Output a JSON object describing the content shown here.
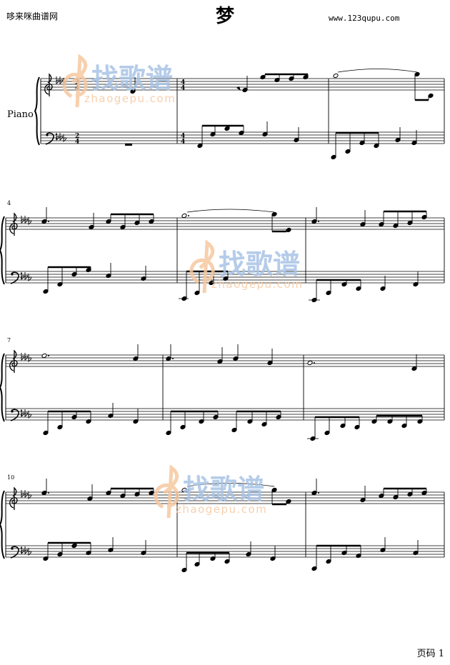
{
  "header": {
    "site_left": "哆来咪曲谱网",
    "title": "梦",
    "site_right": "www.123qupu.com"
  },
  "instrument": "Piano",
  "time_signatures": {
    "first": "2/4",
    "second": "4/4"
  },
  "key_signature": "3 flats",
  "measure_numbers": [
    "4",
    "7",
    "10"
  ],
  "watermark": {
    "brand": "找歌谱",
    "url": "zhaogepu.com"
  },
  "footer": {
    "page_label": "页码 1"
  },
  "colors": {
    "watermark_orange": "#f6c8a0",
    "watermark_blue": "#a9c4e6",
    "ink": "#000000"
  }
}
